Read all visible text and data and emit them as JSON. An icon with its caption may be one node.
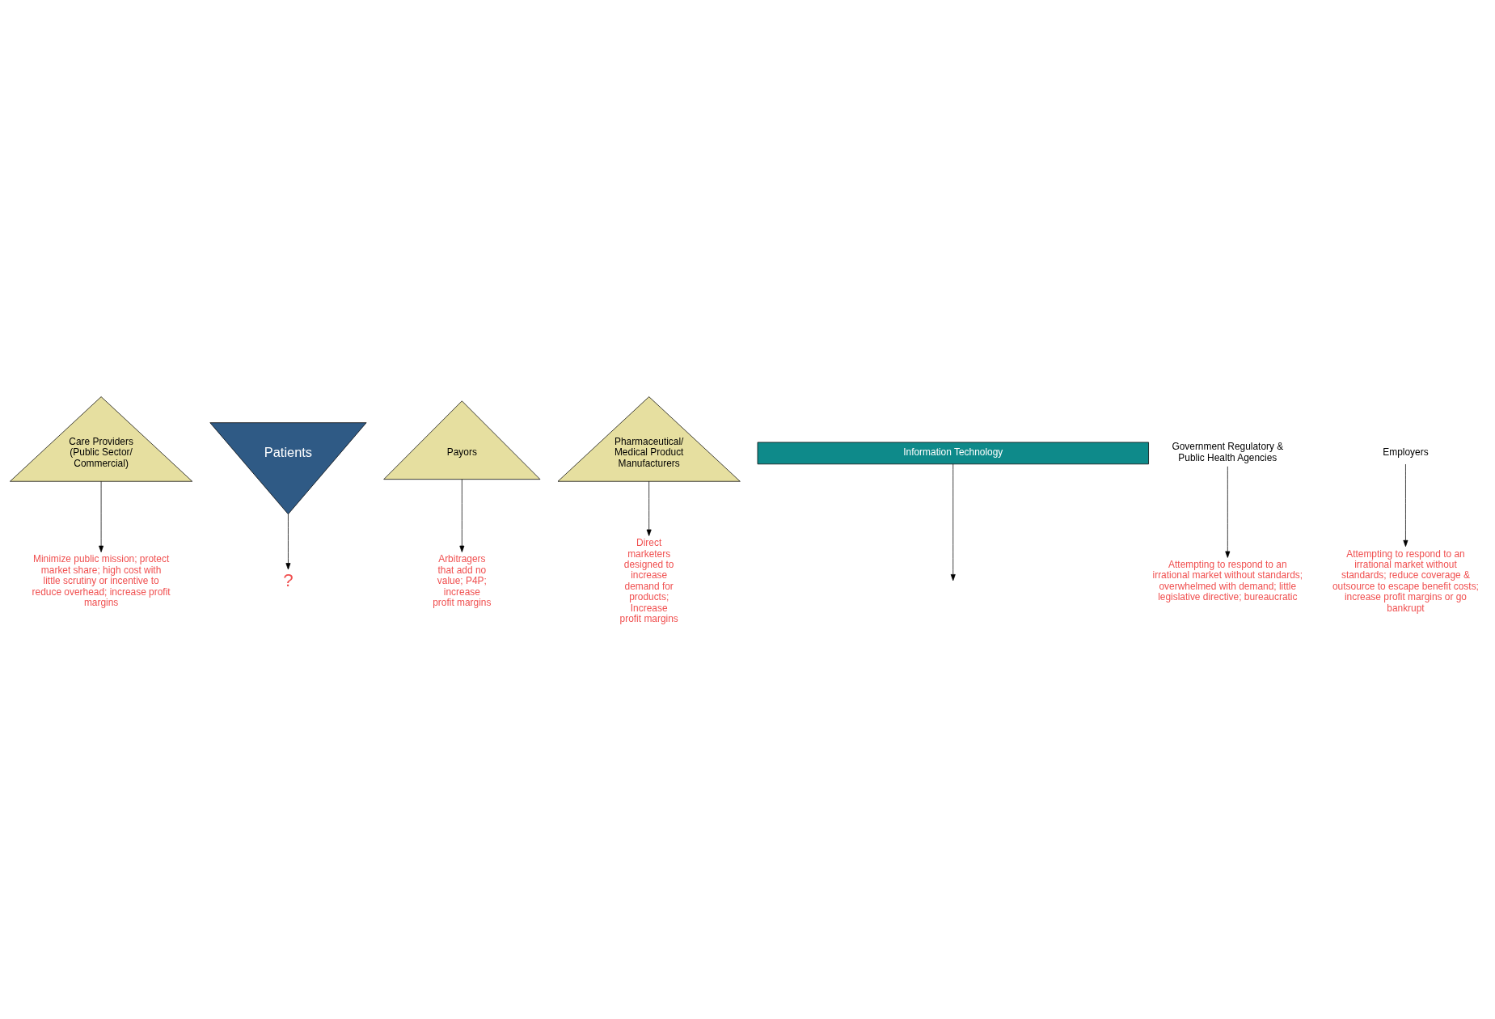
{
  "diagram": {
    "nodes": [
      {
        "text": [
          "Care Providers (Public Sector/ Commercial)"
        ]
      },
      {
        "text": [
          "Patients"
        ]
      },
      {
        "text": [
          "Payors"
        ]
      },
      {
        "text": [
          "Pharmaceutical/ Medical Product Manufacturers"
        ]
      },
      {
        "text": [
          "Information Technology"
        ]
      },
      {
        "text": [
          "?"
        ]
      },
      {
        "text": [
          "Attempting to respond to an irrational market without standards; overwhelmed with demand; little legislative directive; bureaucratic"
        ]
      },
      {
        "text": [
          "Minimize public mission; protect market share; high cost with little scrutiny or incentive to reduce overhead; increase profit margins"
        ]
      },
      {
        "text": [
          "Attempting to respond to an irrational market without standards; reduce coverage & outsource to escape benefit costs; increase profit margins or go bankrupt"
        ]
      },
      {
        "text": [
          "Arbitragers that add no value; P4P; increase profit margins"
        ]
      },
      {
        "text": [
          "Direct marketers designed to increase demand for products; Increase profit margins"
        ]
      },
      {
        "text": [
          "Government Regulatory & Public Health Agencies"
        ]
      },
      {
        "text": [
          "Employers"
        ]
      }
    ],
    "edges": [
      {
        "from": 1,
        "to": 5,
        "arrow": "to"
      },
      {
        "from": 0,
        "to": 7,
        "arrow": "to"
      },
      {
        "from": 11,
        "to": 6,
        "arrow": "to"
      },
      {
        "from": 12,
        "to": 8,
        "arrow": "to"
      },
      {
        "from": 2,
        "to": 9,
        "arrow": "to"
      },
      {
        "from": 3,
        "to": 10,
        "arrow": "to"
      },
      {
        "from": 4,
        "to": null,
        "arrow": "to"
      }
    ]
  }
}
